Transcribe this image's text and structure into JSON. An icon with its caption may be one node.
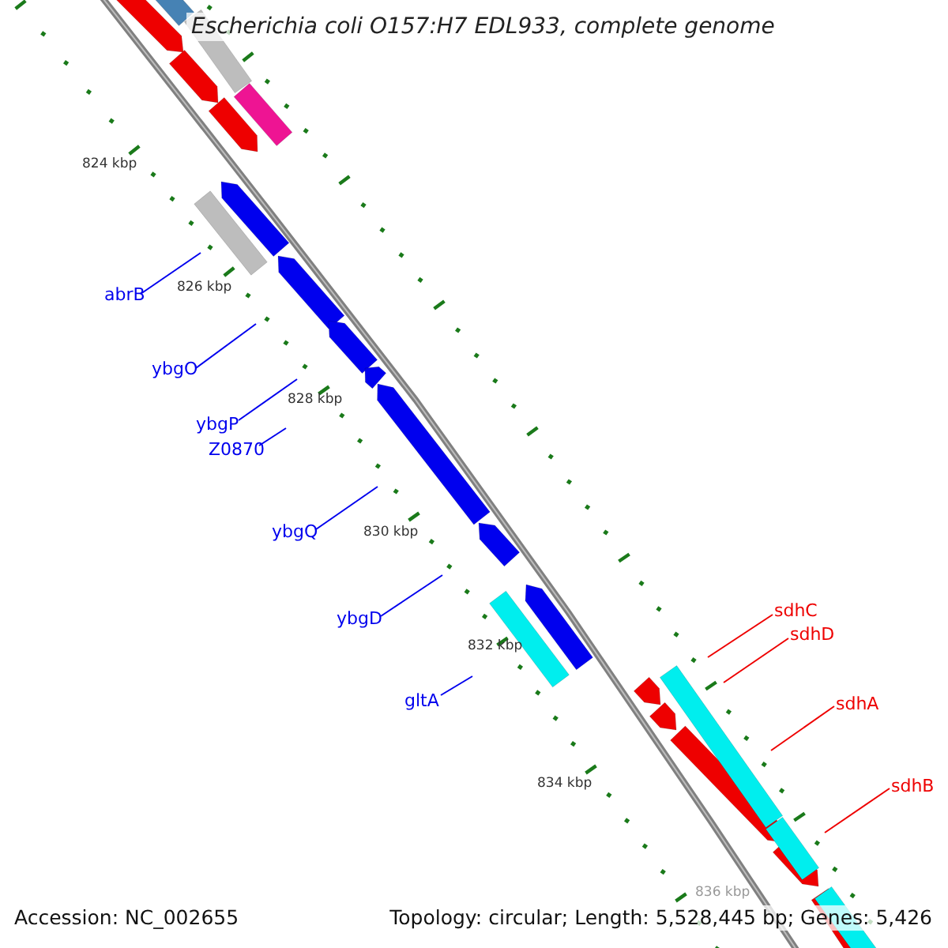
{
  "diagram": {
    "title": "Escherichia coli O157:H7 EDL933, complete genome",
    "nodes": [
      {
        "text": [
          "abrB"
        ]
      },
      {
        "text": [
          "ybgO"
        ]
      },
      {
        "text": [
          "ybgP"
        ]
      },
      {
        "text": [
          "Z0870"
        ]
      },
      {
        "text": [
          "ybgQ"
        ]
      },
      {
        "text": [
          "ybgD"
        ]
      },
      {
        "text": [
          "gltA"
        ]
      },
      {
        "text": [
          "sdhC"
        ]
      },
      {
        "text": [
          "sdhD"
        ]
      },
      {
        "text": [
          "sdhA"
        ]
      },
      {
        "text": [
          "sdhB"
        ]
      }
    ],
    "edges": [
      {
        "from": 0,
        "to": null,
        "arrow": "none"
      },
      {
        "from": 1,
        "to": null,
        "arrow": "none"
      },
      {
        "from": 2,
        "to": null,
        "arrow": "none"
      },
      {
        "from": 3,
        "to": null,
        "arrow": "none"
      },
      {
        "from": 4,
        "to": null,
        "arrow": "none"
      },
      {
        "from": 5,
        "to": null,
        "arrow": "none"
      },
      {
        "from": 6,
        "to": null,
        "arrow": "none"
      },
      {
        "from": 7,
        "to": null,
        "arrow": "none",
        "color": "#ee0000"
      },
      {
        "from": 8,
        "to": null,
        "arrow": "none",
        "color": "#ee0000"
      },
      {
        "from": 9,
        "to": null,
        "arrow": "none",
        "color": "#ee0000"
      },
      {
        "from": 10,
        "to": null,
        "arrow": "none",
        "color": "#ee0000"
      }
    ],
    "labels": [
      "824 kbp",
      "826 kbp",
      "828 kbp",
      "830 kbp",
      "832 kbp",
      "834 kbp",
      "836 kbp",
      "Accession: NC_002655",
      "Topology: circular; Length: 5,528,445 bp; Genes: 5,426"
    ]
  }
}
